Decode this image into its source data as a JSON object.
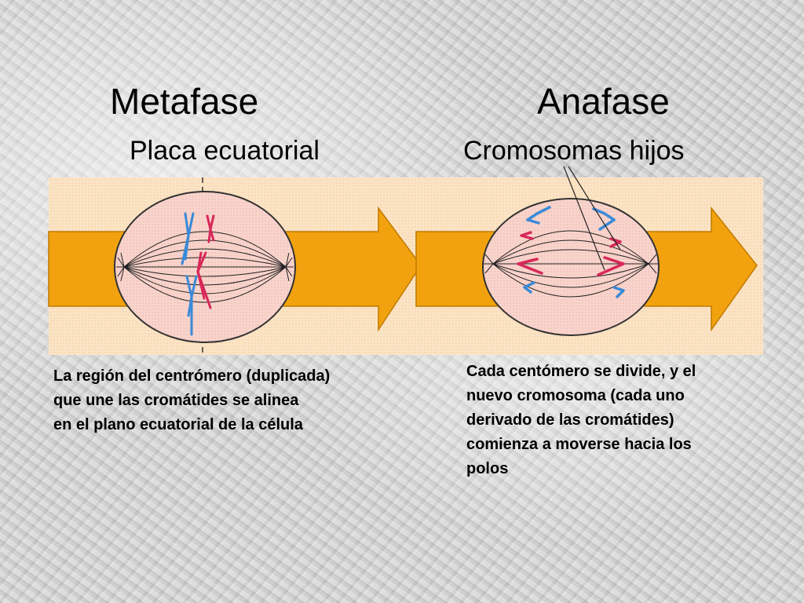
{
  "metafase": {
    "title": "Metafase",
    "label": "Placa ecuatorial",
    "description": [
      "La región del centrómero (duplicada)",
      "que une  las cromátides se alinea",
      "en el plano ecuatorial de la célula"
    ]
  },
  "anafase": {
    "title": "Anafase",
    "label": "Cromosomas hijos",
    "description": [
      "Cada centómero se divide, y el",
      "nuevo cromosoma (cada uno",
      "derivado de las cromátides)",
      "comienza a moverse hacia los",
      "polos"
    ]
  },
  "colors": {
    "band": "#fbe6c6",
    "arrow": "#f2a20e",
    "cell": "#f8d2cc",
    "chromosome_blue": "#3a8ad8",
    "chromosome_red": "#d8285a"
  }
}
